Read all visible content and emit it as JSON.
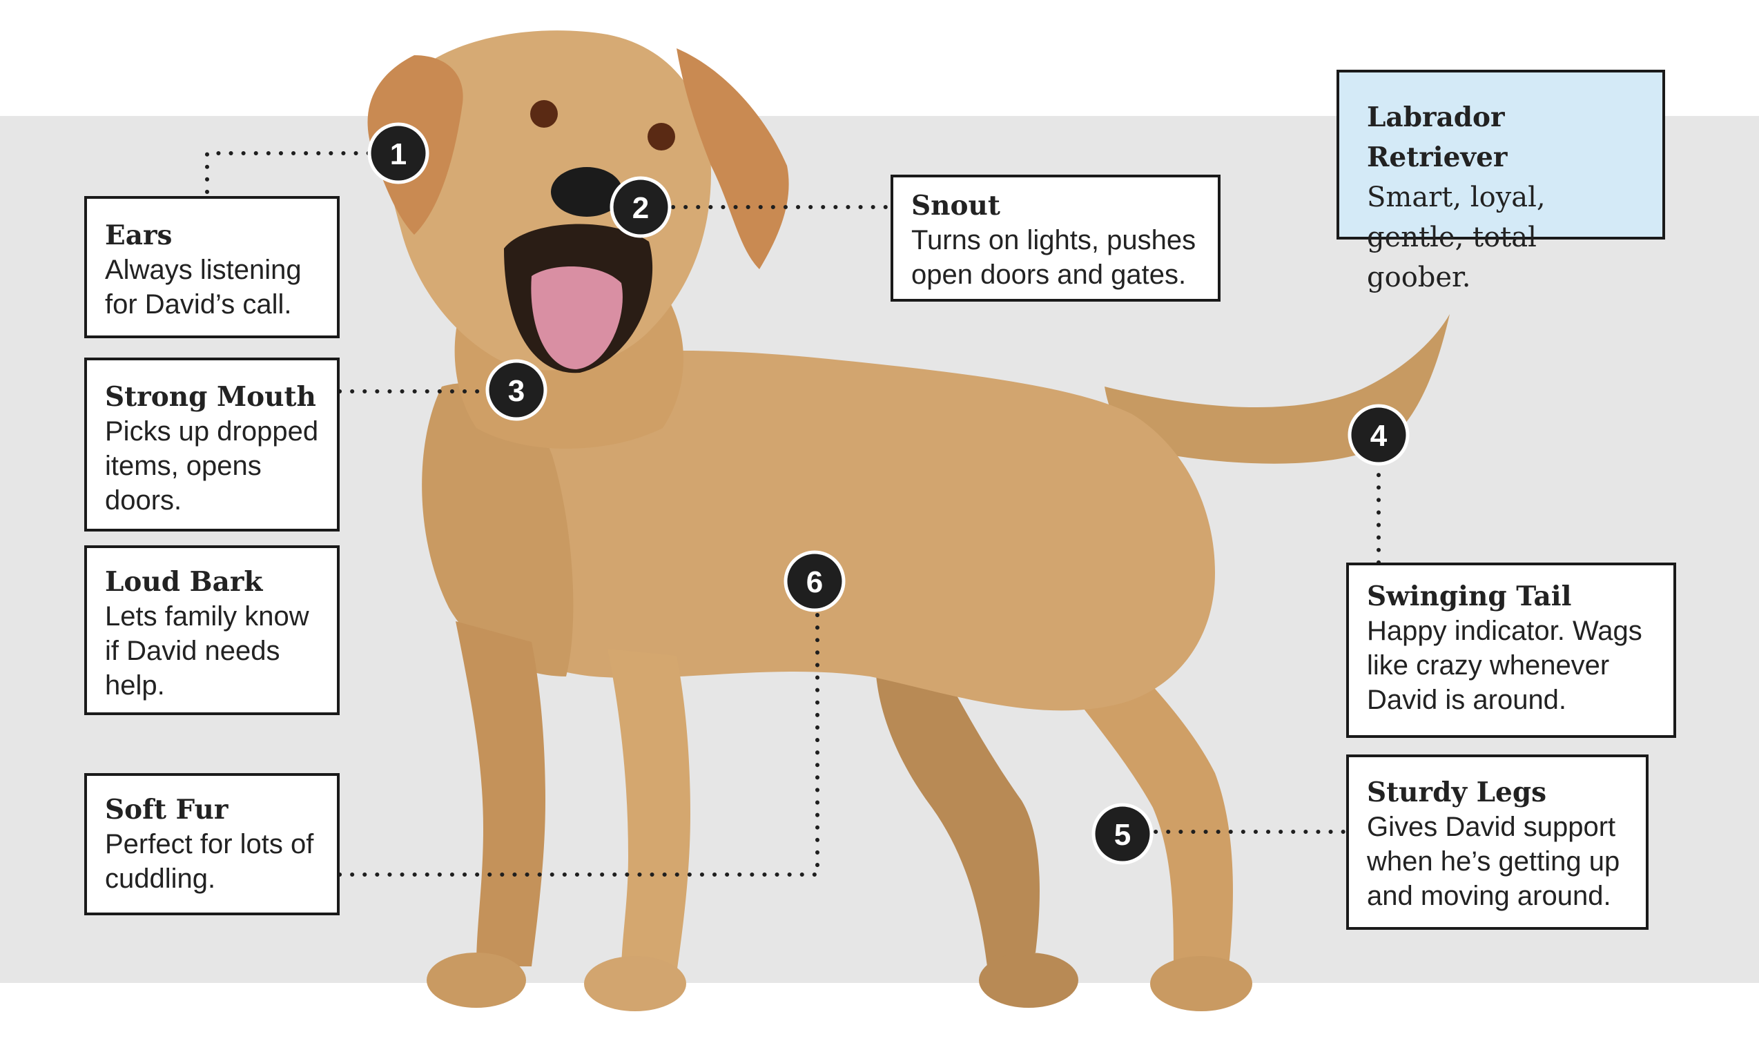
{
  "breed": {
    "title": "Labrador Retriever",
    "body": "Smart, loyal, gentle, total goober."
  },
  "callouts": [
    {
      "number": "1",
      "title": "Ears",
      "body": "Always listening for David’s call."
    },
    {
      "number": "2",
      "title": "Snout",
      "body": "Turns on lights, pushes open doors and gates."
    },
    {
      "number": "3",
      "title": "Strong Mouth",
      "body": "Picks up dropped items, opens doors."
    },
    {
      "number": "",
      "title": "Loud Bark",
      "body": "Lets family know if David needs help."
    },
    {
      "number": "6",
      "title": "Soft Fur",
      "body": "Perfect for lots of cuddling."
    },
    {
      "number": "4",
      "title": "Swinging Tail",
      "body": "Happy indicator. Wags like crazy whenever David is around."
    },
    {
      "number": "5",
      "title": "Sturdy Legs",
      "body": "Gives David support when he’s getting up and moving around."
    }
  ],
  "colors": {
    "background_band": "#e6e6e6",
    "breed_box": "#d4eaf7",
    "marker": "#1f1f1f",
    "fur": "#d2a56f",
    "fur_shadow": "#b88a55",
    "ears": "#c98a52",
    "tongue": "#d98fa3"
  }
}
